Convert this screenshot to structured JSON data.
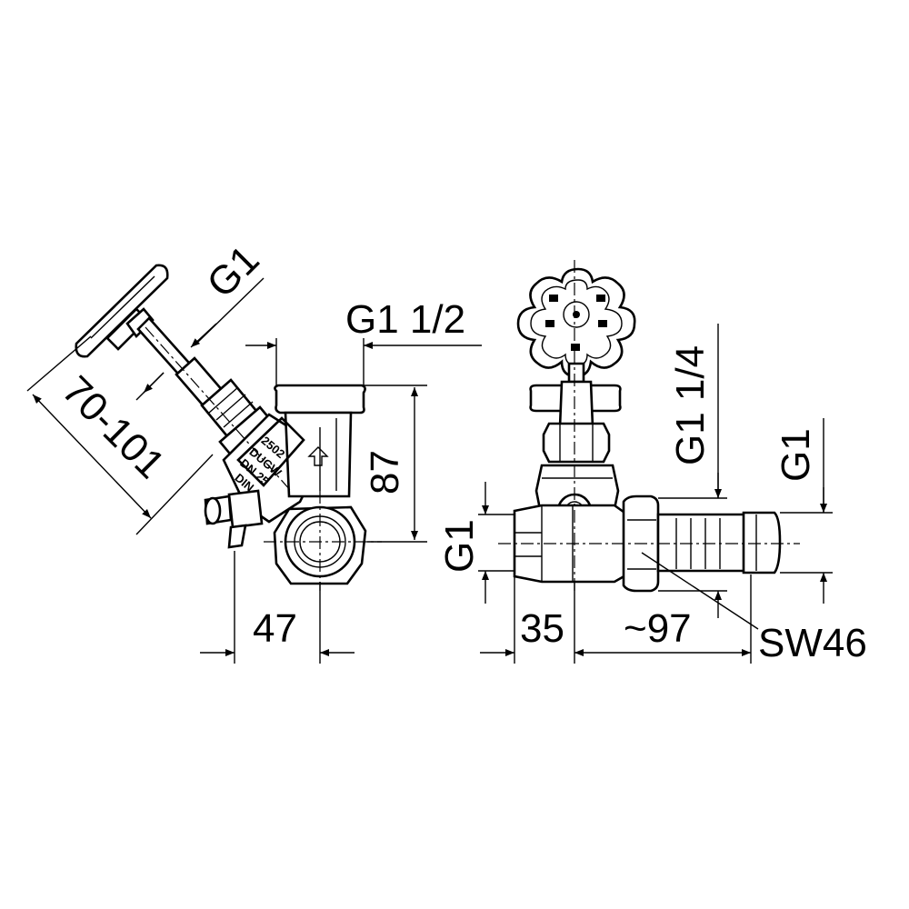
{
  "dimensions": {
    "left_thread_top": "G1",
    "handle_travel": "70-101",
    "main_thread": "G1 1/2",
    "height": "87",
    "left_width": "47",
    "right_thread_left": "G1",
    "right_offset": "35",
    "right_length": "~97",
    "nut_size": "SW46",
    "right_thread_top": "G1 1/4",
    "right_thread_end": "G1"
  },
  "markings": {
    "line1": "2502",
    "line2": "DUGW",
    "line3": "DN 25",
    "line4": "DIN"
  }
}
